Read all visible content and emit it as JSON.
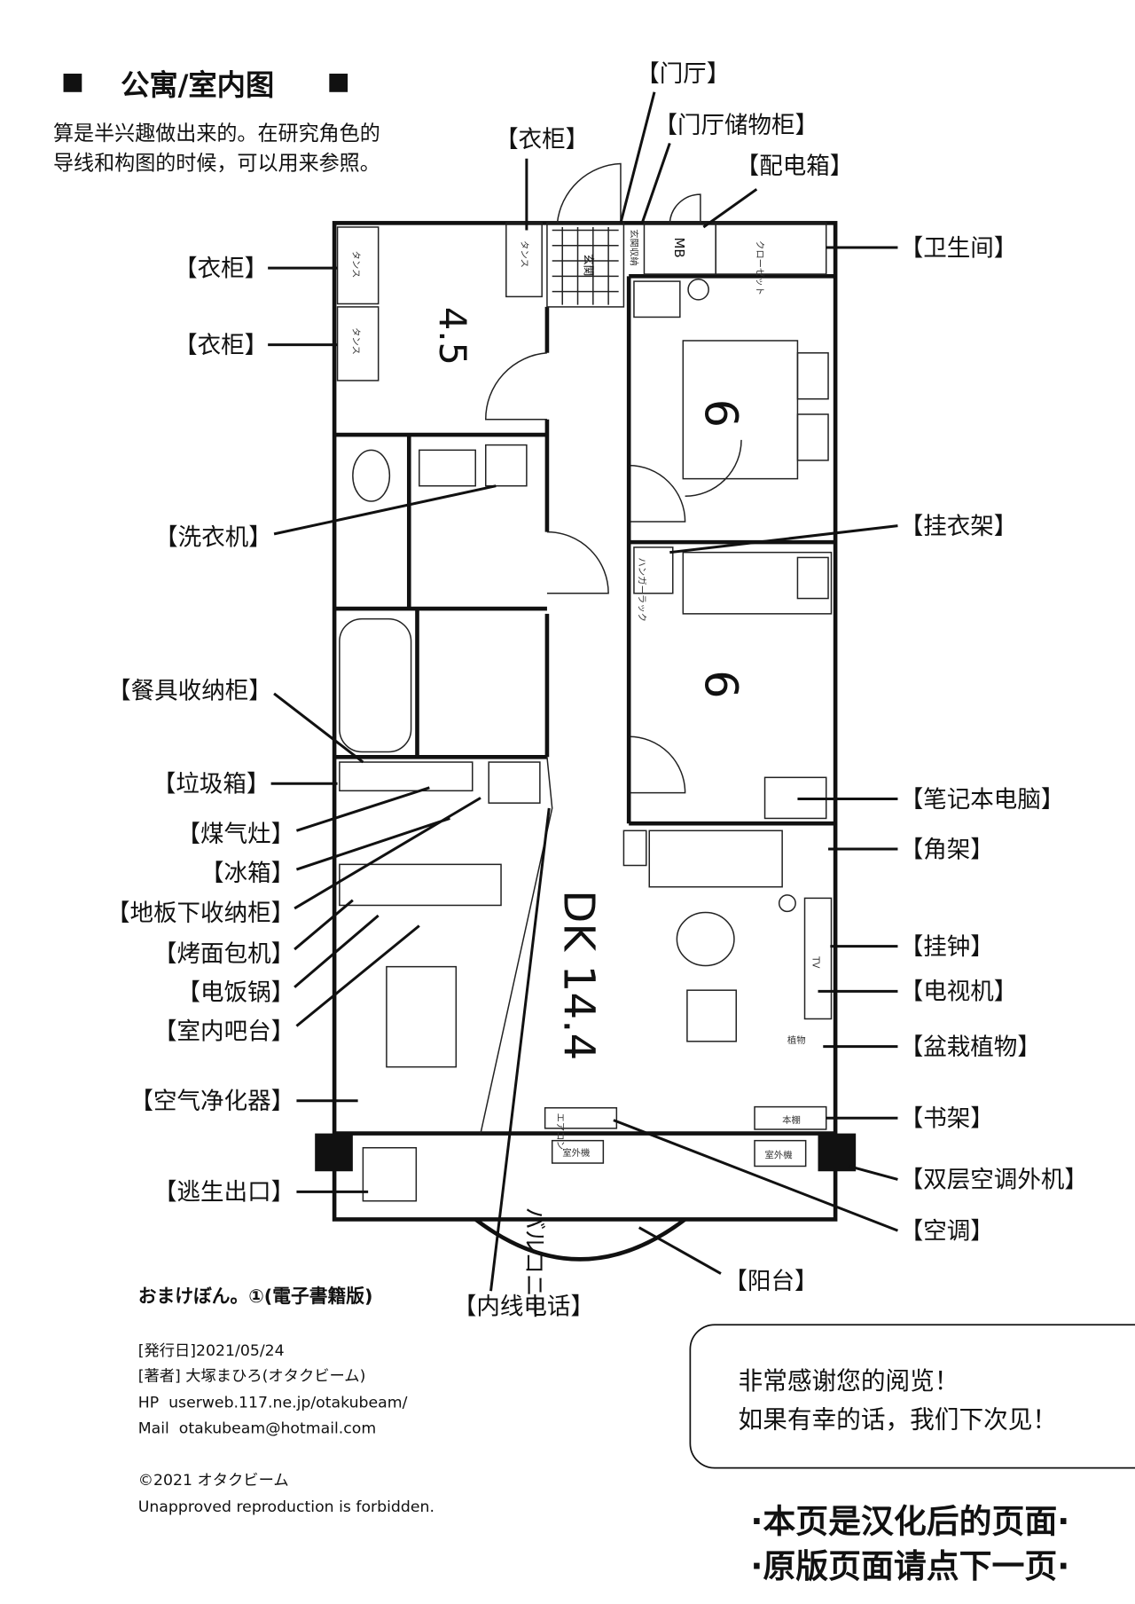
{
  "header": {
    "title": "公寓/室内图",
    "description_lines": [
      "算是半兴趣做出来的。在研究角色的",
      "导线和构图的时候，可以用来参照。"
    ]
  },
  "labels_left": [
    "【衣柜】",
    "【衣柜】",
    "【洗衣机】",
    "【餐具收纳柜】",
    "【垃圾箱】",
    "【煤气灶】",
    "【冰箱】",
    "【地板下收纳柜】",
    "【烤面包机】",
    "【电饭锅】",
    "【室内吧台】",
    "【空气净化器】",
    "【逃生出口】"
  ],
  "labels_top": [
    "【衣柜】",
    "【门厅】",
    "【门厅储物柜】",
    "【配电箱】"
  ],
  "labels_right": [
    "【卫生间】",
    "【挂衣架】",
    "【笔记本电脑】",
    "【角架】",
    "【挂钟】",
    "【电视机】",
    "【盆栽植物】",
    "【书架】",
    "【双层空调外机】",
    "【空调】"
  ],
  "labels_bottom": [
    "【阳台】",
    "【内线电话】"
  ],
  "plan": {
    "room_a": "4.5",
    "room_b": "6",
    "room_c": "6",
    "dk": "DK 14.4",
    "genkan": "玄関",
    "genkan_storage": "玄関収納",
    "mb": "MB",
    "closet": "クローゼット",
    "tansu": "タンス",
    "balcony": "バルコニー",
    "hanger": "ハンガーラック",
    "aircon": "エアコン",
    "outdoor": "室外機",
    "tv": "TV",
    "bookshelf": "本棚",
    "plant": "植物"
  },
  "footer": {
    "book_title": "おまけぼん。①(電子書籍版)",
    "date": "[発行日]2021/05/24",
    "author": "[著者] 大塚まひろ(オタクビーム)",
    "hp": "HP  userweb.117.ne.jp/otakubeam/",
    "mail": "Mail  otakubeam@hotmail.com",
    "copyright": "©2021 オタクビーム",
    "notice": "Unapproved reproduction is forbidden."
  },
  "thanks": {
    "line1": "非常感谢您的阅览！",
    "line2": "如果有幸的话，我们下次见！"
  },
  "translator_note": {
    "line1": "·本页是汉化后的页面·",
    "line2": "·原版页面请点下一页·"
  }
}
